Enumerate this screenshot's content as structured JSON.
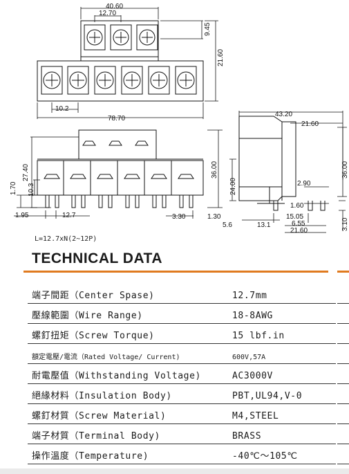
{
  "drawing": {
    "top_view": {
      "dim_overall_top": "40.60",
      "dim_pitch_top": "12.70",
      "dim_height_upper": "9.45",
      "dim_height_total": "21.60",
      "dim_pitch_bottom": "10.2",
      "dim_overall_bottom": "78.70"
    },
    "front_view": {
      "dim_27_40": "27.40",
      "dim_10_3": "10.3",
      "dim_1_70": "1.70",
      "dim_36_00": "36.00",
      "dim_1_95": "1.95",
      "dim_12_7": "12.7",
      "dim_3_30": "3.30",
      "dim_1_30": "1.30"
    },
    "side_view": {
      "dim_43_20": "43.20",
      "dim_21_60": "21.60",
      "dim_36_00": "36.00",
      "dim_24_00": "24.00",
      "dim_2_90": "2.90",
      "dim_1_60": "1.60",
      "dim_15_05": "15.05",
      "dim_6_55": "6.55",
      "dim_21_60b": "21.60",
      "dim_5_6": "5.6",
      "dim_13_1": "13.1",
      "dim_3_10": "3.10"
    }
  },
  "formula": "L=12.7xN(2~12P)",
  "section_title": "TECHNICAL DATA",
  "spec_rows": [
    {
      "label": "端子間距（Center Spase)",
      "value": "12.7mm"
    },
    {
      "label": "壓線範圍（Wire Range)",
      "value": "18-8AWG"
    },
    {
      "label": "螺釘扭矩（Screw Torque)",
      "value": "15 lbf.in"
    },
    {
      "label": "額定電壓/電流（Rated Voltage/ Current)",
      "value": "600V,57A"
    },
    {
      "label": "耐電壓值（Withstanding Voltage)",
      "value": "AC3000V"
    },
    {
      "label": "絕緣材料（Insulation Body)",
      "value": "PBT,UL94,V-0"
    },
    {
      "label": "螺釘材質（Screw Material)",
      "value": "M4,STEEL"
    },
    {
      "label": "端子材質（Terminal Body)",
      "value": "BRASS"
    },
    {
      "label": "操作溫度（Temperature)",
      "value": "-40℃～105℃"
    }
  ],
  "colors": {
    "accent": "#e07a1f",
    "line": "#111111"
  }
}
